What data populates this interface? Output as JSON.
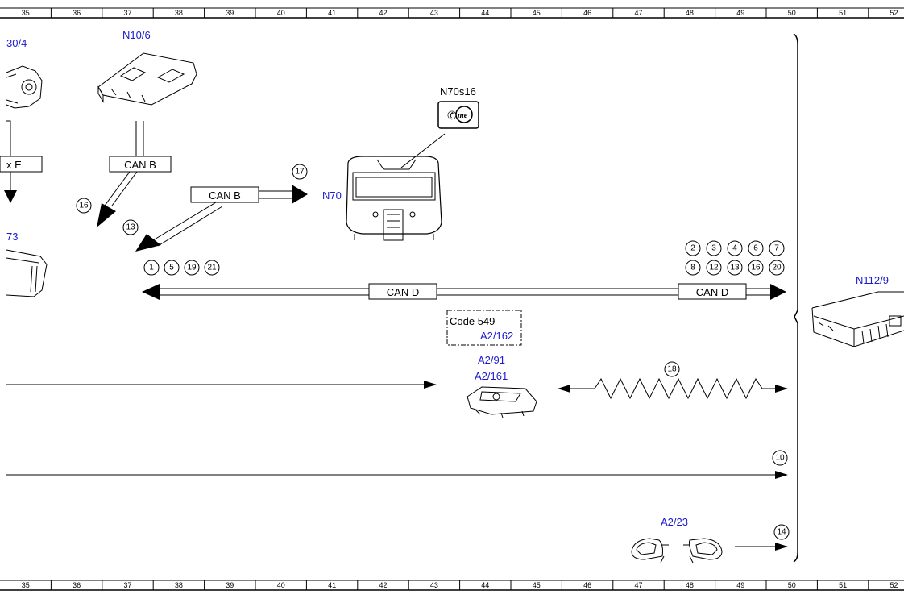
{
  "ruler": {
    "columns": [
      "35",
      "36",
      "37",
      "38",
      "39",
      "40",
      "41",
      "42",
      "43",
      "44",
      "45",
      "46",
      "47",
      "48",
      "49",
      "50",
      "51",
      "52"
    ]
  },
  "components": {
    "n30_4": "30/4",
    "n10_6": "N10/6",
    "n70s16": "N70s16",
    "n70": "N70",
    "n73": "73",
    "n112_9": "N112/9",
    "a2_162": "A2/162",
    "a2_91": "A2/91",
    "a2_161": "A2/161",
    "a2_23": "A2/23",
    "code": "Code 549",
    "box_e": "x E"
  },
  "buses": {
    "can_b_1": "CAN B",
    "can_b_2": "CAN B",
    "can_d_1": "CAN D",
    "can_d_2": "CAN D"
  },
  "circles": {
    "c16": "16",
    "c13": "13",
    "c17": "17",
    "c1": "1",
    "c5": "5",
    "c19": "19",
    "c21": "21",
    "c2": "2",
    "c3": "3",
    "c4": "4",
    "c6": "6",
    "c7": "7",
    "c8": "8",
    "c12": "12",
    "c13b": "13",
    "c16b": "16",
    "c20": "20",
    "c18": "18",
    "c10": "10",
    "c14": "14"
  },
  "colors": {
    "component_label": "#1a1ad0",
    "line": "#000000"
  }
}
